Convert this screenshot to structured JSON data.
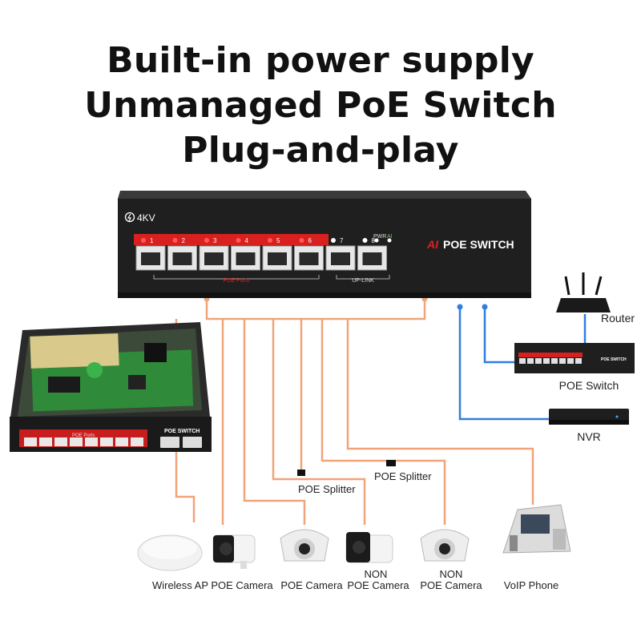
{
  "headline": {
    "line1": "Built-in power supply",
    "line2": "Unmanaged PoE Switch",
    "line3": "Plug-and-play"
  },
  "switch": {
    "protection": "4KV",
    "brand_ai": "AI",
    "brand_name": "POE SWITCH",
    "port_numbers": [
      "1",
      "2",
      "3",
      "4",
      "5",
      "6",
      "7",
      "8"
    ],
    "led_labels": [
      "PWR",
      "AI"
    ],
    "poe_group_label": "POE Ports",
    "uplink_label": "UP-LINK"
  },
  "board": {
    "poe_ports_label": "POE Ports",
    "brand": "POE SWITCH"
  },
  "right_devices": {
    "router": "Router",
    "poe_switch": "POE Switch",
    "nvr": "NVR",
    "mini_switch_brand": "POE SWITCH"
  },
  "splitters": [
    "POE Splitter",
    "POE Splitter"
  ],
  "end_devices": [
    {
      "line1": "Wireless AP",
      "line2": ""
    },
    {
      "line1": "POE Camera",
      "line2": ""
    },
    {
      "line1": "POE Camera",
      "line2": ""
    },
    {
      "line1": "NON",
      "line2": "POE Camera"
    },
    {
      "line1": "NON",
      "line2": "POE Camera"
    },
    {
      "line1": "VoIP Phone",
      "line2": ""
    }
  ],
  "colors": {
    "poe_cable": "#f0a47a",
    "uplink_cable": "#2f7fe0",
    "switch_body": "#1f1f1f",
    "poe_port_strip": "#d8201f",
    "brand_accent": "#e02020"
  }
}
